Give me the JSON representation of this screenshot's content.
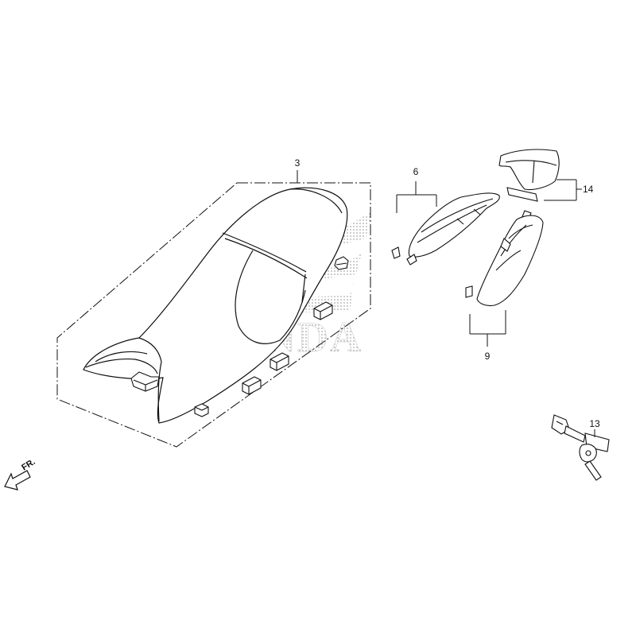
{
  "diagram": {
    "watermark_text": "HONDA",
    "front_indicator": "FR.",
    "callouts": {
      "seat": "3",
      "left_side_cover": "6",
      "right_side_cover": "9",
      "grab_cover": "14",
      "seat_lock": "13"
    }
  },
  "colors": {
    "line": "#111111",
    "watermark_dots": "#b8b8b8",
    "background": "#ffffff"
  }
}
